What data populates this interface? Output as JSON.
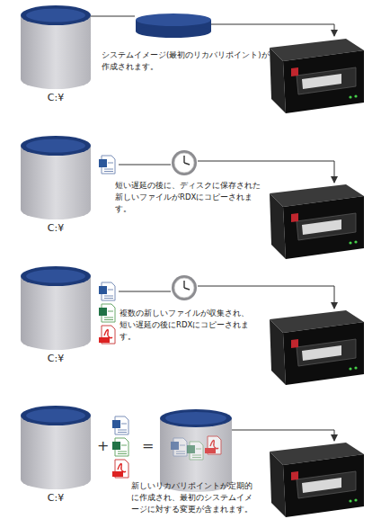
{
  "diagram": {
    "nodes": [
      {
        "text": [
          "C:¥"
        ]
      },
      {
        "text": [
          "C:¥"
        ]
      },
      {
        "text": [
          "C:¥"
        ]
      },
      {
        "text": [
          "C:¥"
        ]
      }
    ],
    "labels": [
      "システムイメージ(最初のリカバリポイント)が作成されます。",
      "短い遅延の後に、ディスクに保存された新しいファイルがRDXにコピーされます。",
      "複数の新しいファイルが収集され、短い遅延の後にRDXにコピーされます。",
      "+",
      "=",
      "新しいリカバリポイントが定期的に作成され、最初のシステムイメージに対する変更が含まれます。"
    ]
  }
}
